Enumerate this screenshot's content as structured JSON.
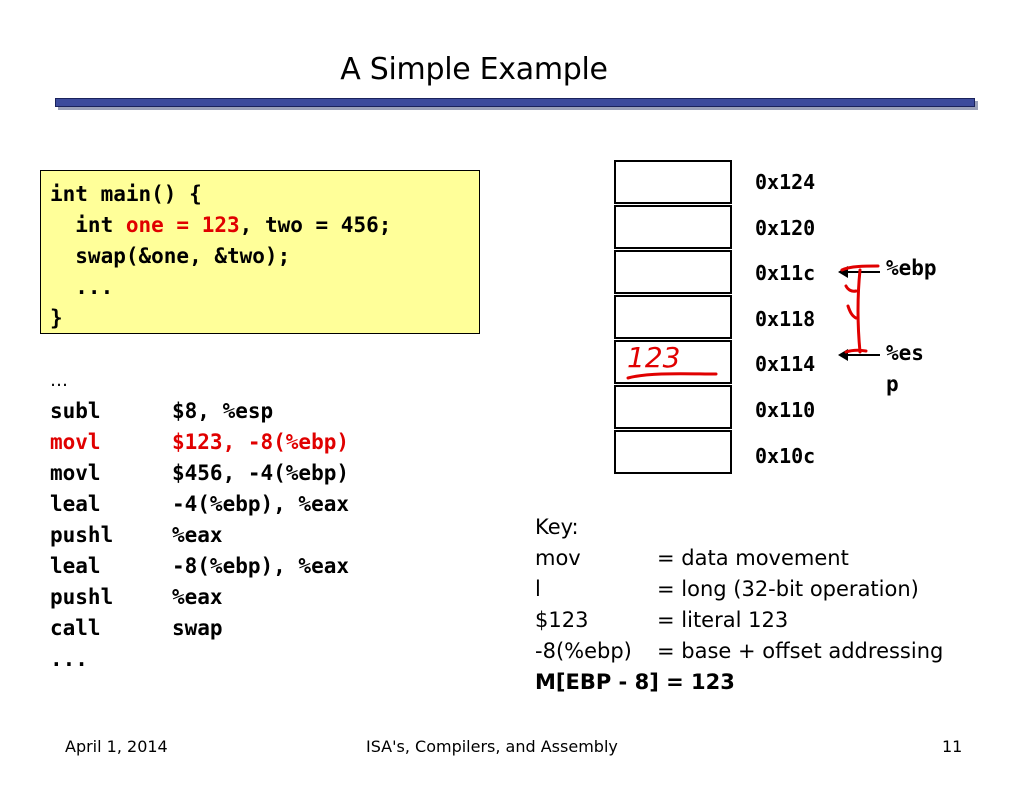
{
  "slide": {
    "title": "A Simple Example",
    "code": {
      "line1": "int main() {",
      "line2_pre": "  int ",
      "line2_red": "one = 123",
      "line2_post": ", two = 456;",
      "line3": "  swap(&one, &two);",
      "line4": "  ...",
      "line5": "}"
    },
    "assembly": {
      "ellipsis": "…",
      "rows": [
        {
          "op": "subl",
          "args": "$8, %esp"
        },
        {
          "op": "movl",
          "args": "$123, -8(%ebp)"
        },
        {
          "op": "movl",
          "args": "$456, -4(%ebp)"
        },
        {
          "op": "leal",
          "args": "-4(%ebp), %eax"
        },
        {
          "op": "pushl",
          "args": "%eax"
        },
        {
          "op": "leal",
          "args": "-8(%ebp), %eax"
        },
        {
          "op": "pushl",
          "args": "%eax"
        },
        {
          "op": "call",
          "args": "swap"
        }
      ],
      "trailing": "...",
      "highlight_color": "#e00000"
    },
    "stack": {
      "addresses": [
        "0x124",
        "0x120",
        "0x11c",
        "0x118",
        "0x114",
        "0x110",
        "0x10c"
      ],
      "ebp_label": "%ebp",
      "esp_label_a": "%es",
      "esp_label_b": "p",
      "handwritten_value": "123"
    },
    "key": {
      "heading": "Key:",
      "rows": [
        {
          "term": "mov",
          "desc": "= data movement"
        },
        {
          "term": "l",
          "desc": "= long (32-bit operation)"
        },
        {
          "term": "$123",
          "desc": "= literal 123"
        },
        {
          "term": "-8(%ebp)",
          "desc": "= base + offset addressing"
        }
      ],
      "summary": "M[EBP - 8] = 123"
    },
    "footer": {
      "date": "April 1, 2014",
      "course": "ISA's, Compilers, and Assembly",
      "page": "11"
    },
    "colors": {
      "accent_bar": "#3c4a9c",
      "code_bg": "#ffff99",
      "annotation_red": "#e00000"
    }
  }
}
